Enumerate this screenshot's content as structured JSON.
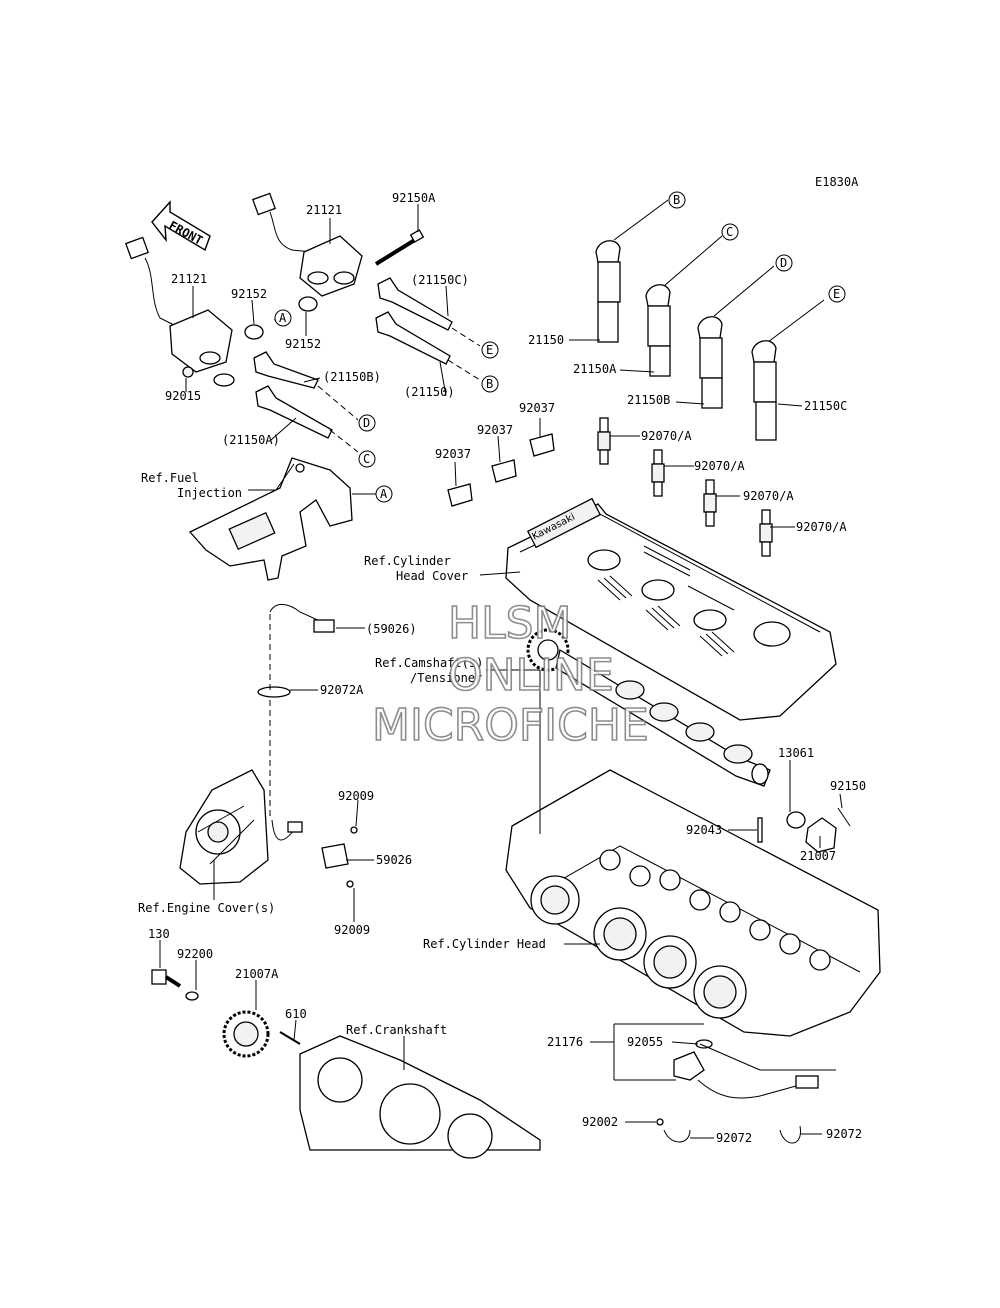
{
  "diagram_code": "E1830A",
  "front_arrow": "FRONT",
  "watermark": {
    "line1": "HLSM",
    "line2": "ONLINE",
    "line3": "MICROFICHE"
  },
  "callouts": {
    "c21121_top": "21121",
    "c21121_left": "21121",
    "c92150A": "92150A",
    "c92152_a": "92152",
    "c92152_b": "92152",
    "c21150C_paren": "(21150C)",
    "c21150B_paren": "(21150B)",
    "c21150_paren": "(21150)",
    "c21150A_paren": "(21150A)",
    "c92015": "92015",
    "c21150": "21150",
    "c21150A": "21150A",
    "c21150B": "21150B",
    "c21150C": "21150C",
    "c92037_a": "92037",
    "c92037_b": "92037",
    "c92037_c": "92037",
    "c92070A_1": "92070/A",
    "c92070A_2": "92070/A",
    "c92070A_3": "92070/A",
    "c92070A_4": "92070/A",
    "ref_fuel_1": "Ref.Fuel",
    "ref_fuel_2": "Injection",
    "ref_cyl_cover_1": "Ref.Cylinder",
    "ref_cyl_cover_2": "Head Cover",
    "c59026_paren": "(59026)",
    "c92072A": "92072A",
    "ref_camshaft_1": "Ref.Camshaft(s)",
    "ref_camshaft_2": "/Tensioner",
    "c13061": "13061",
    "c92150": "92150",
    "c92043": "92043",
    "c21007": "21007",
    "c92009_a": "92009",
    "c59026": "59026",
    "c92009_b": "92009",
    "ref_engine_cover": "Ref.Engine Cover(s)",
    "ref_cyl_head": "Ref.Cylinder Head",
    "c130": "130",
    "c92200": "92200",
    "c21007A": "21007A",
    "c610": "610",
    "ref_crankshaft": "Ref.Crankshaft",
    "c21176": "21176",
    "c92055": "92055",
    "c92002": "92002",
    "c92072_a": "92072",
    "c92072_b": "92072"
  },
  "connector_letters": {
    "A1": "A",
    "A2": "A",
    "B1": "B",
    "B2": "B",
    "C1": "C",
    "C2": "C",
    "D1": "D",
    "D2": "D",
    "E1": "E",
    "E2": "E"
  }
}
